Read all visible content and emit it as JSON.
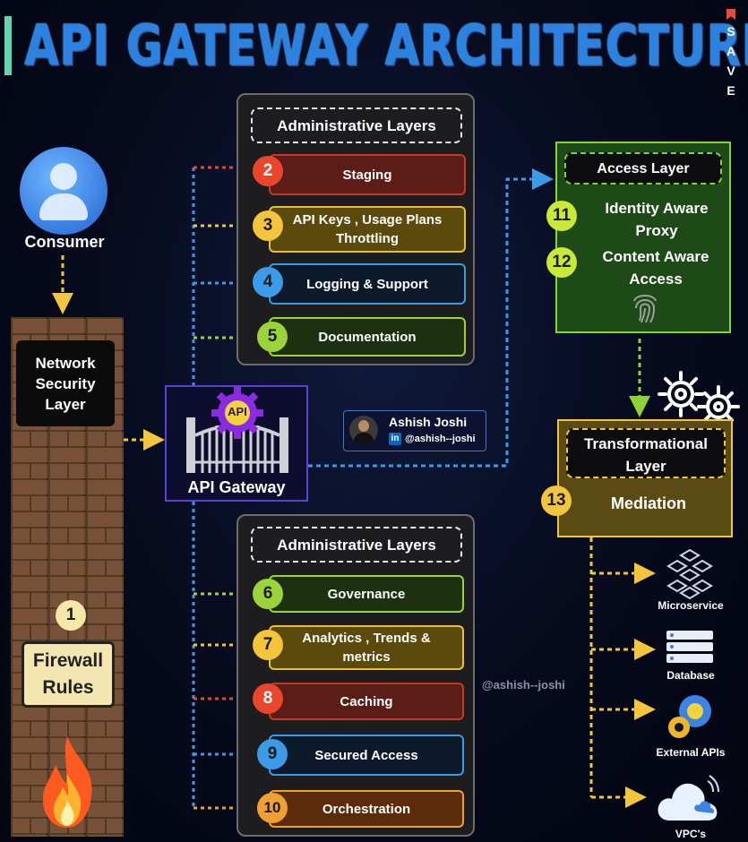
{
  "title": "API GATEWAY ARCHITECTURE",
  "save_label": [
    "S",
    "A",
    "V",
    "E"
  ],
  "consumer": {
    "label": "Consumer"
  },
  "network_security": {
    "label": "Network Security Layer"
  },
  "firewall": {
    "number": "1",
    "label": "Firewall Rules"
  },
  "gateway": {
    "badge": "API",
    "label": "API Gateway"
  },
  "author": {
    "name": "Ashish Joshi",
    "handle": "@ashish--joshi",
    "watermark": "@ashish--joshi"
  },
  "admin_top": {
    "title": "Administrative Layers",
    "items": [
      {
        "number": "2",
        "label": "Staging"
      },
      {
        "number": "3",
        "label": "API Keys , Usage Plans Throttling"
      },
      {
        "number": "4",
        "label": "Logging & Support"
      },
      {
        "number": "5",
        "label": "Documentation"
      }
    ]
  },
  "admin_bottom": {
    "title": "Administrative Layers",
    "items": [
      {
        "number": "6",
        "label": "Governance"
      },
      {
        "number": "7",
        "label": "Analytics , Trends & metrics"
      },
      {
        "number": "8",
        "label": "Caching"
      },
      {
        "number": "9",
        "label": "Secured Access"
      },
      {
        "number": "10",
        "label": "Orchestration"
      }
    ]
  },
  "access_layer": {
    "title": "Access Layer",
    "items": [
      {
        "number": "11",
        "label": "Identity Aware Proxy"
      },
      {
        "number": "12",
        "label": "Content Aware Access"
      }
    ]
  },
  "transformational": {
    "title": "Transformational Layer",
    "number": "13",
    "label": "Mediation"
  },
  "targets": [
    {
      "label": "Microservice"
    },
    {
      "label": "Database"
    },
    {
      "label": "External APIs"
    },
    {
      "label": "VPC's"
    }
  ],
  "colors": {
    "red": "#e8472c",
    "yellow": "#f2c53d",
    "blue": "#3b9be8",
    "green": "#9bd43a",
    "orange": "#f0a030"
  }
}
